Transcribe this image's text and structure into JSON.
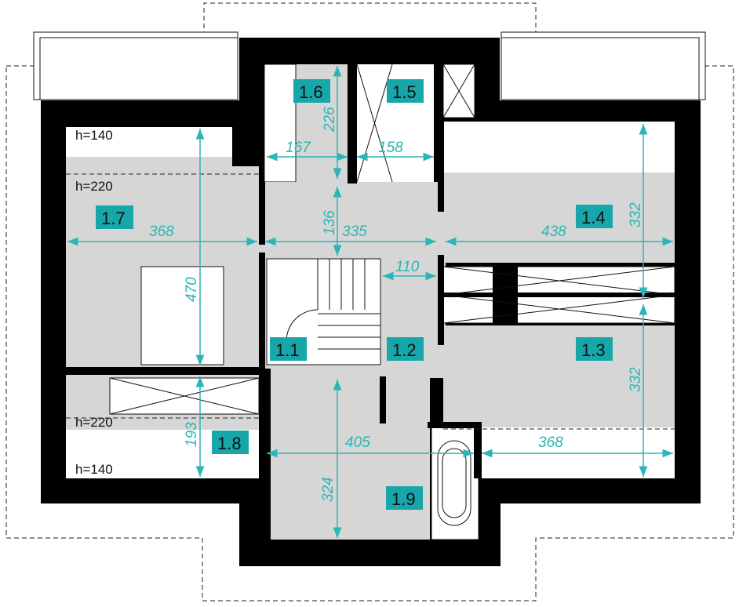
{
  "rooms": [
    {
      "id": "1.1"
    },
    {
      "id": "1.2"
    },
    {
      "id": "1.3"
    },
    {
      "id": "1.4"
    },
    {
      "id": "1.5"
    },
    {
      "id": "1.6"
    },
    {
      "id": "1.7"
    },
    {
      "id": "1.8"
    },
    {
      "id": "1.9"
    }
  ],
  "heights": {
    "h140_top": "h=140",
    "h220_top": "h=220",
    "h220_bottom": "h=220",
    "h140_bottom": "h=140"
  },
  "dimensions": {
    "d226": "226",
    "d167": "167",
    "d158": "158",
    "d136": "136",
    "d335": "335",
    "d368_left": "368",
    "d438": "438",
    "d332_top": "332",
    "d470": "470",
    "d110": "110",
    "d332_bottom": "332",
    "d193": "193",
    "d405": "405",
    "d368_right": "368",
    "d324": "324"
  },
  "colors": {
    "accent": "#17a6a9",
    "dimension": "#2bb5b5",
    "floor": "#d6d6d6",
    "wall": "#000000"
  }
}
